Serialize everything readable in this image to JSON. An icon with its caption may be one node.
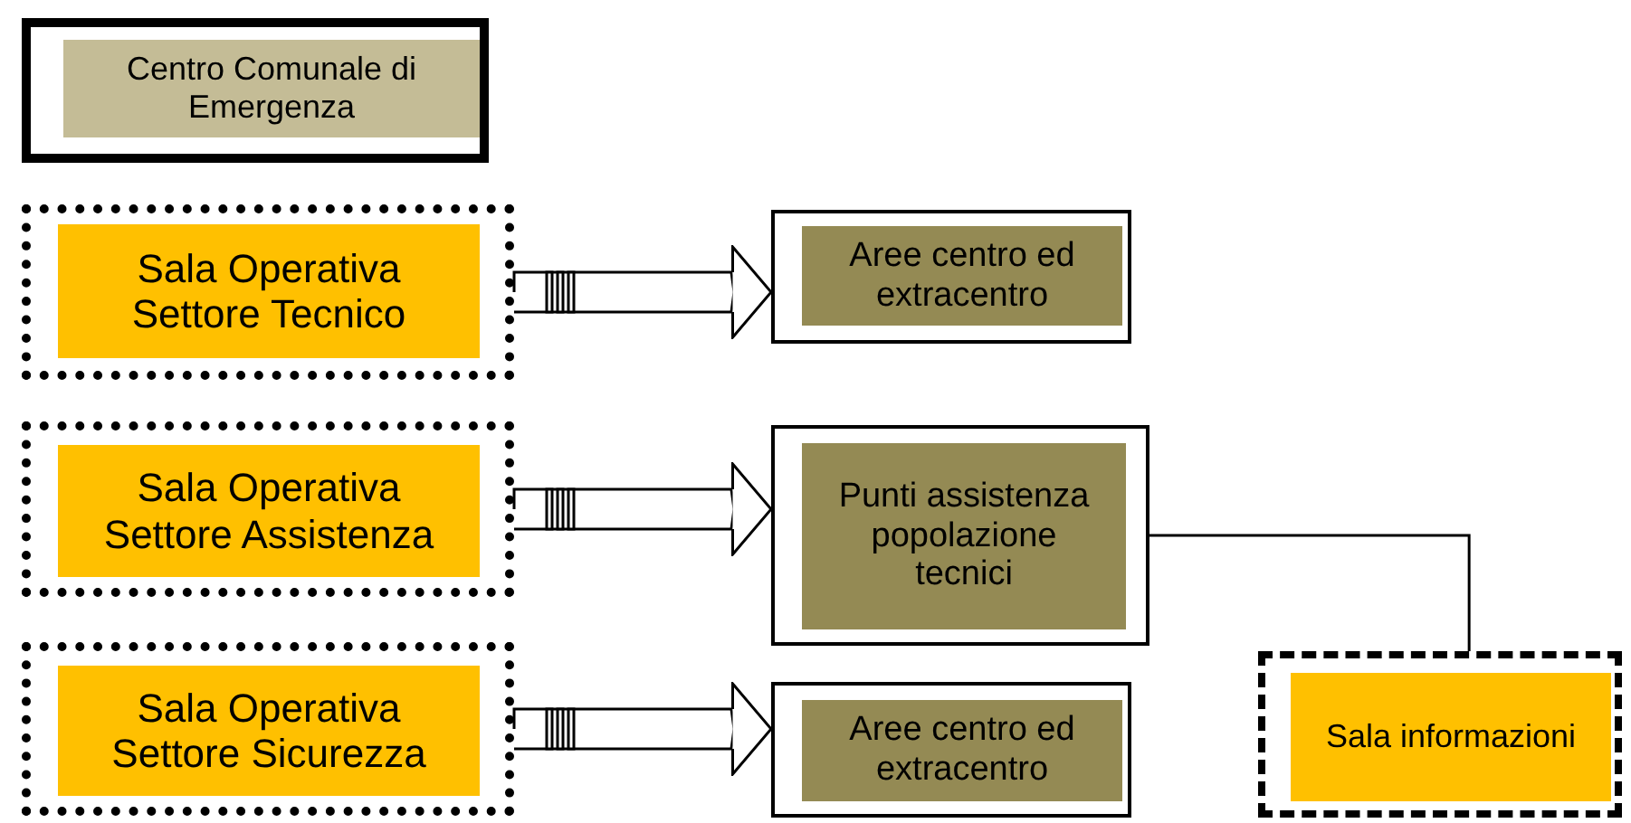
{
  "diagram": {
    "nodes": [
      {
        "text": [],
        "shape": "box"
      },
      {
        "text": [
          "Centro Comunale di Emergenza"
        ],
        "in": 0
      },
      {
        "text": [],
        "shape": "box"
      },
      {
        "text": [
          "Sala Operativa Settore Tecnico"
        ],
        "in": 2
      },
      {
        "text": [],
        "shape": "box"
      },
      {
        "text": [
          "Aree centro ed extracentro"
        ],
        "in": 4
      },
      {
        "text": [],
        "shape": "box"
      },
      {
        "text": [
          "Sala Operativa Settore Assistenza"
        ],
        "in": 6
      },
      {
        "text": [],
        "shape": "box"
      },
      {
        "text": [
          "Punti assistenza popolazione tecnici"
        ],
        "in": 8
      },
      {
        "text": [],
        "shape": "box"
      },
      {
        "text": [
          "Sala Operativa Settore Sicurezza"
        ],
        "in": 10
      },
      {
        "text": [],
        "shape": "box"
      },
      {
        "text": [
          "Aree centro ed extracentro"
        ],
        "in": 12
      },
      {
        "text": [],
        "shape": "box"
      },
      {
        "text": [
          "Sala informazioni"
        ],
        "in": 14
      }
    ],
    "edges": [
      {
        "from": 2,
        "to": 4,
        "arrow": "to"
      },
      {
        "from": 6,
        "to": 8,
        "arrow": "to"
      },
      {
        "from": 10,
        "to": 12,
        "arrow": "to"
      },
      {
        "from": 8,
        "to": 14,
        "arrow": "none"
      }
    ]
  }
}
